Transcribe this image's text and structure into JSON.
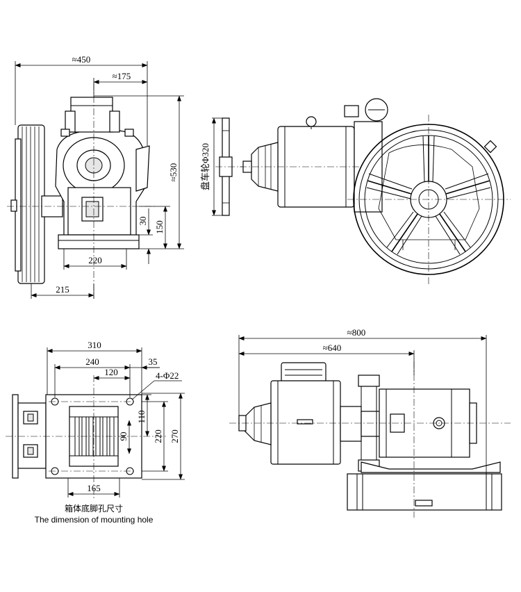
{
  "views": {
    "side": {
      "dims": {
        "overall_width": "≈450",
        "offset": "≈175",
        "height": "≈530",
        "base_width": "220",
        "base_offset": "215",
        "dim_30": "30",
        "dim_150": "150"
      }
    },
    "front": {
      "pulley_label": "盘车轮Φ320"
    },
    "base": {
      "dims": {
        "w310": "310",
        "w240": "240",
        "w120": "120",
        "w35": "35",
        "holes": "4-Φ22",
        "h110": "110",
        "h90": "90",
        "h220": "220",
        "h270": "270",
        "w165": "165"
      },
      "caption_cn": "箱体底脚孔尺寸",
      "caption_en": "The dimension of mounting hole"
    },
    "top": {
      "dims": {
        "overall": "≈800",
        "partial": "≈640"
      }
    }
  }
}
